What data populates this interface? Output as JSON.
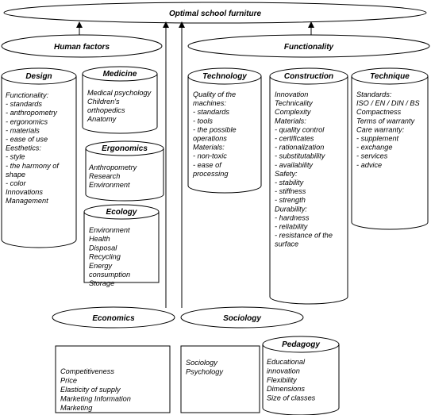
{
  "title": "Optimal school furniture",
  "groups": {
    "human_factors": "Human factors",
    "functionality": "Functionality",
    "economics": "Economics",
    "sociology": "Sociology"
  },
  "boxes": {
    "design": {
      "title": "Design",
      "lines": [
        "Functionality:",
        "- standards",
        "- anthropometry",
        "- ergonomics",
        "- materials",
        "- ease of use",
        "Eesthetics:",
        "- style",
        "- the harmony of",
        "shape",
        "- color",
        "Innovations",
        "Management"
      ]
    },
    "medicine": {
      "title": "Medicine",
      "lines": [
        "Medical psychology",
        "Children's",
        "orthopedics",
        "Anatomy"
      ]
    },
    "ergonomics": {
      "title": "Ergonomics",
      "lines": [
        "Anthropometry",
        "Research",
        "Environment"
      ]
    },
    "ecology": {
      "title": "Ecology",
      "lines": [
        "Environment",
        "Health",
        "Disposal",
        "Recycling",
        "Energy",
        "consumption",
        "Storage"
      ]
    },
    "technology": {
      "title": "Technology",
      "lines": [
        "Quality of the",
        "machines:",
        "- standards",
        "- tools",
        "- the possible",
        "operations",
        "Materials:",
        "- non-toxic",
        "- ease of",
        "processing"
      ]
    },
    "construction": {
      "title": "Construction",
      "lines": [
        "Innovation",
        "Technicality",
        "Complexity",
        "Materials:",
        "- quality control",
        "- certificates",
        "- rationalization",
        "- substitutability",
        "- availability",
        "Safety:",
        "- stability",
        "- stiffness",
        "- strength",
        "Durability:",
        "- hardness",
        "- reliability",
        "- resistance of the",
        "surface"
      ]
    },
    "technique": {
      "title": "Technique",
      "lines": [
        "Standards:",
        "ISO / EN / DIN / BS",
        "Compactness",
        "Terms of warranty",
        "Care warranty:",
        "- supplement",
        "- exchange",
        "- services",
        "- advice"
      ]
    },
    "economics_list": {
      "lines": [
        "Competitiveness",
        "Price",
        "Elasticity of supply",
        "Marketing Information",
        "Marketing"
      ]
    },
    "sociology_list": {
      "lines": [
        "Sociology",
        "Psychology"
      ]
    },
    "pedagogy": {
      "title": "Pedagogy",
      "lines": [
        "Educational",
        "innovation",
        "Flexibility",
        "Dimensions",
        "Size of classes"
      ]
    }
  }
}
